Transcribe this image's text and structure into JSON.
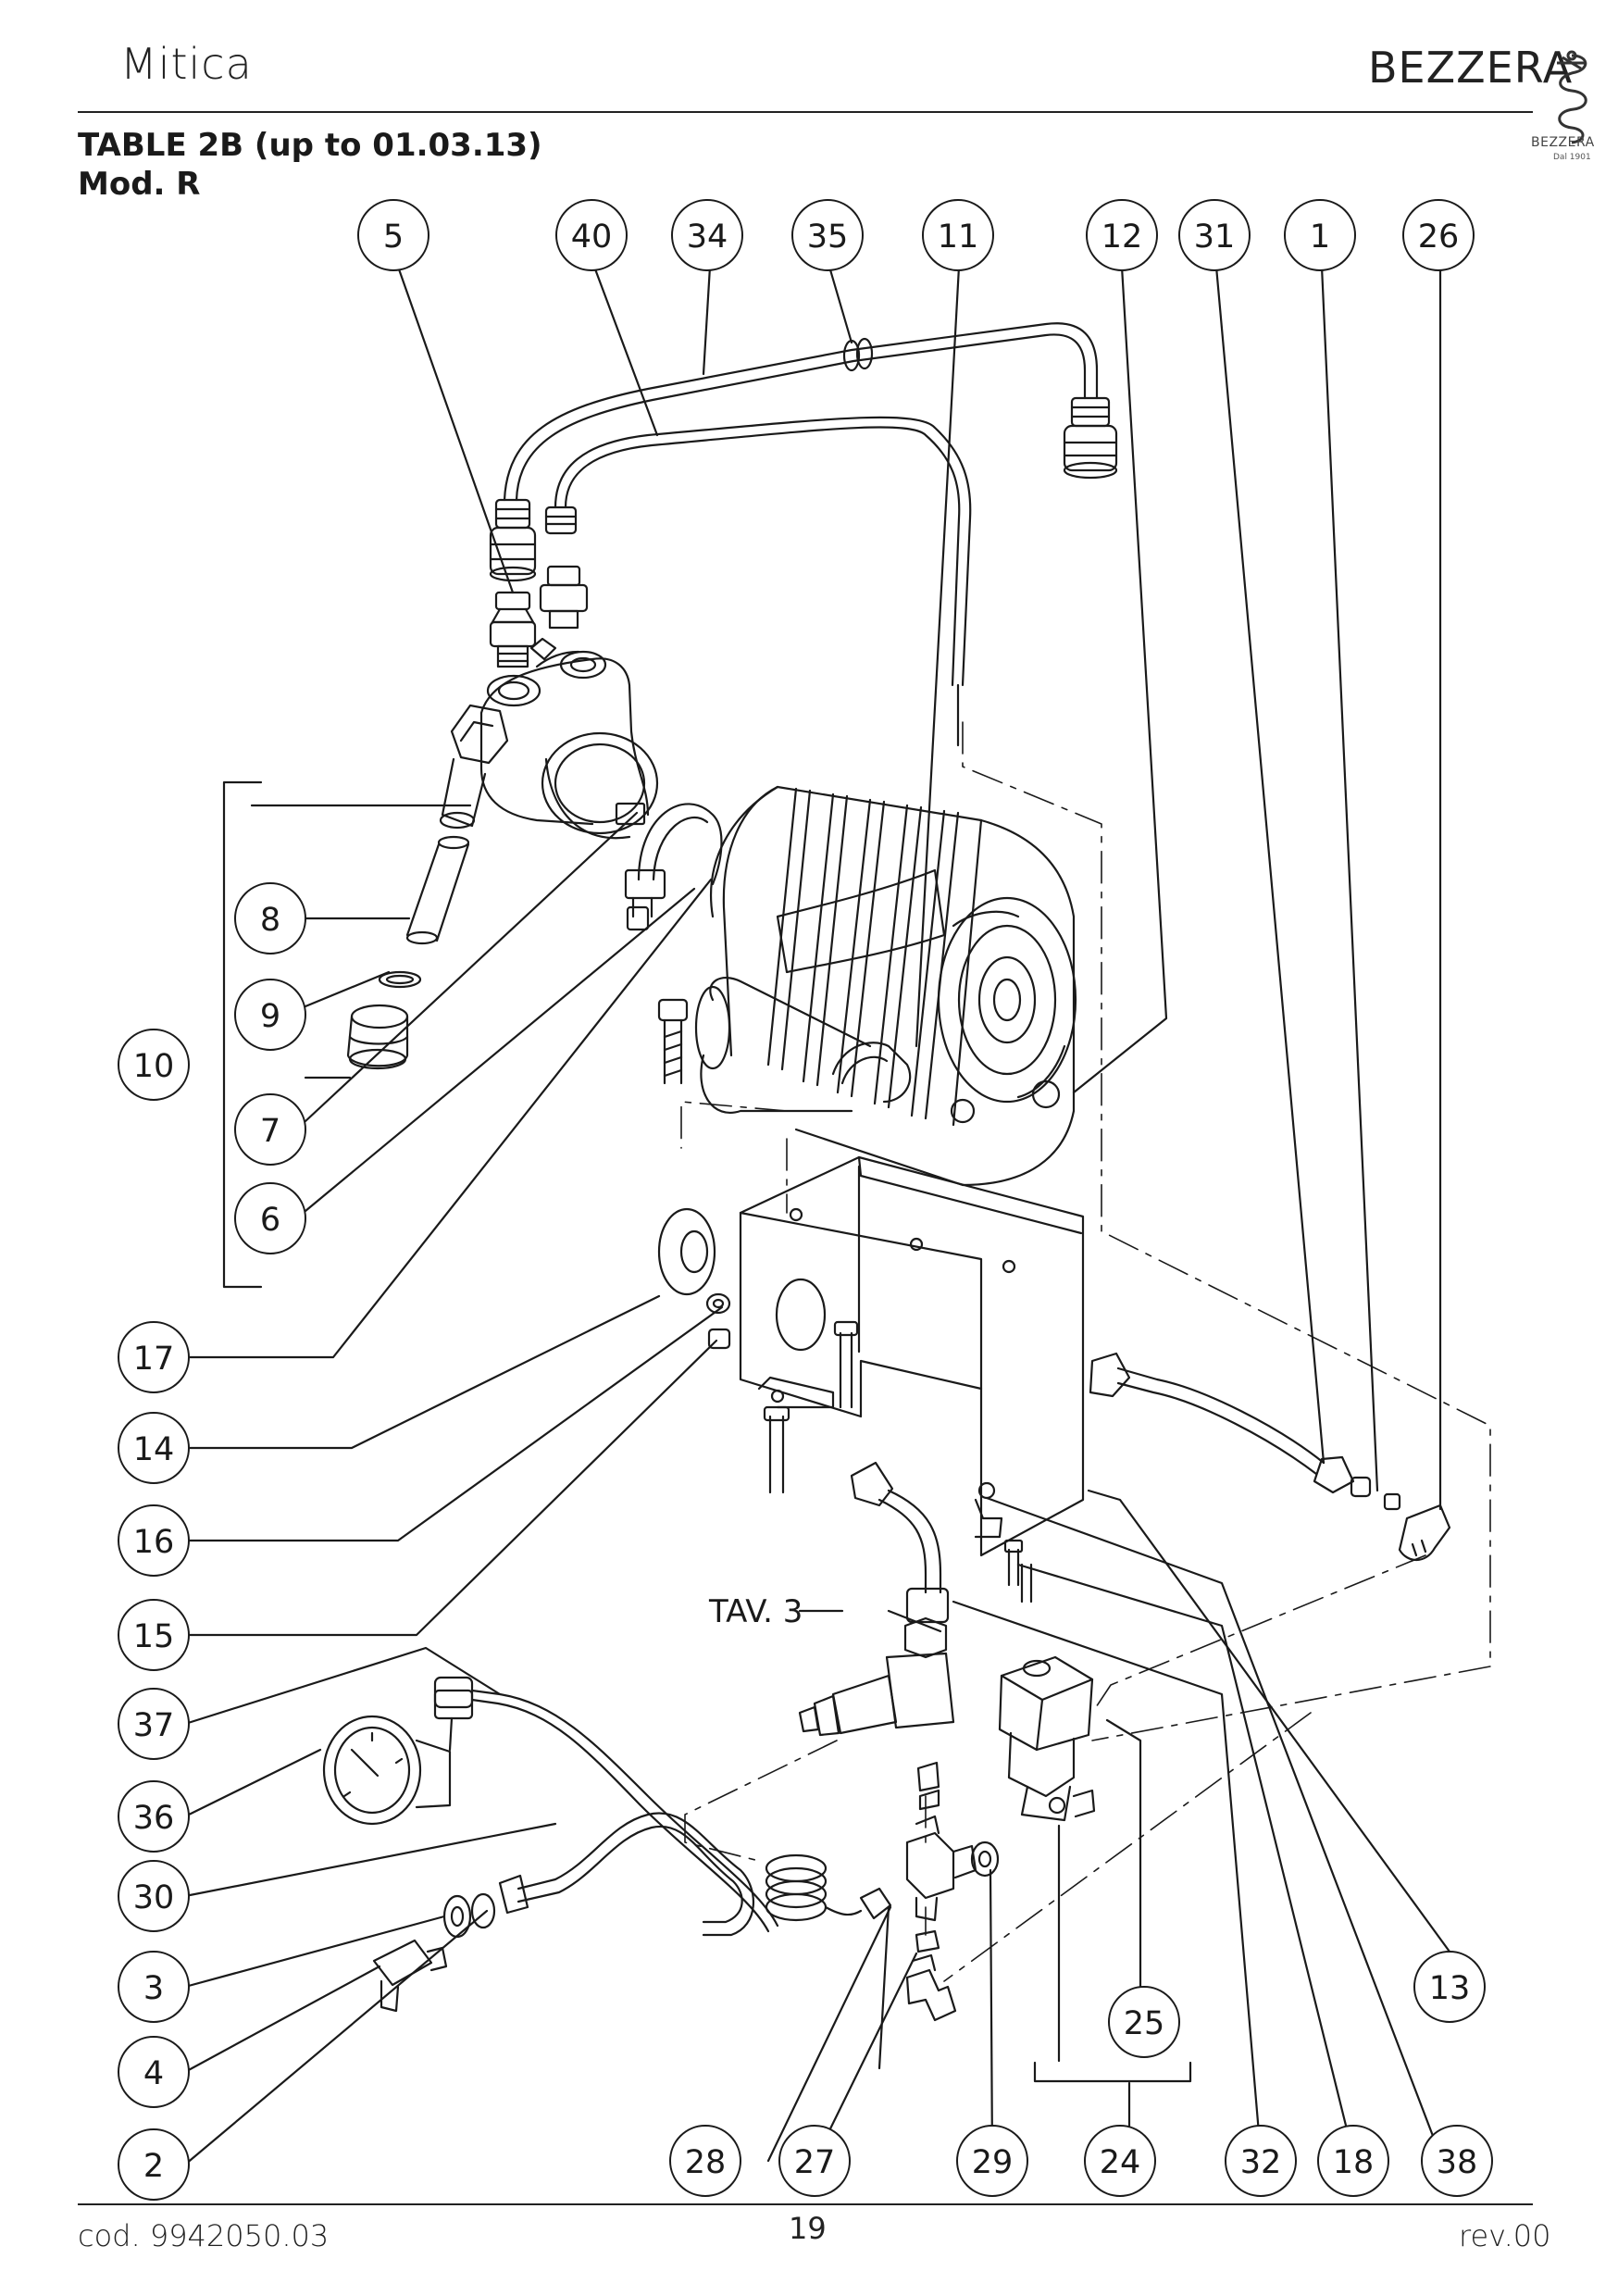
{
  "header": {
    "model": "Mitica",
    "brand": "BEZZERA",
    "logo_name": "BEZZERA",
    "logo_tagline": "Dal 1901"
  },
  "title": {
    "line1": "TABLE 2B (up to 01.03.13)",
    "line2": "Mod. R"
  },
  "diagram": {
    "reference_label": "TAV. 3",
    "callouts": [
      "5",
      "40",
      "34",
      "35",
      "11",
      "12",
      "31",
      "1",
      "26",
      "8",
      "9",
      "10",
      "7",
      "6",
      "17",
      "14",
      "16",
      "15",
      "37",
      "36",
      "30",
      "3",
      "4",
      "2",
      "28",
      "27",
      "29",
      "24",
      "25",
      "32",
      "18",
      "38",
      "13"
    ]
  },
  "footer": {
    "code": "cod. 9942050.03",
    "page": "19",
    "revision": "rev.00"
  }
}
